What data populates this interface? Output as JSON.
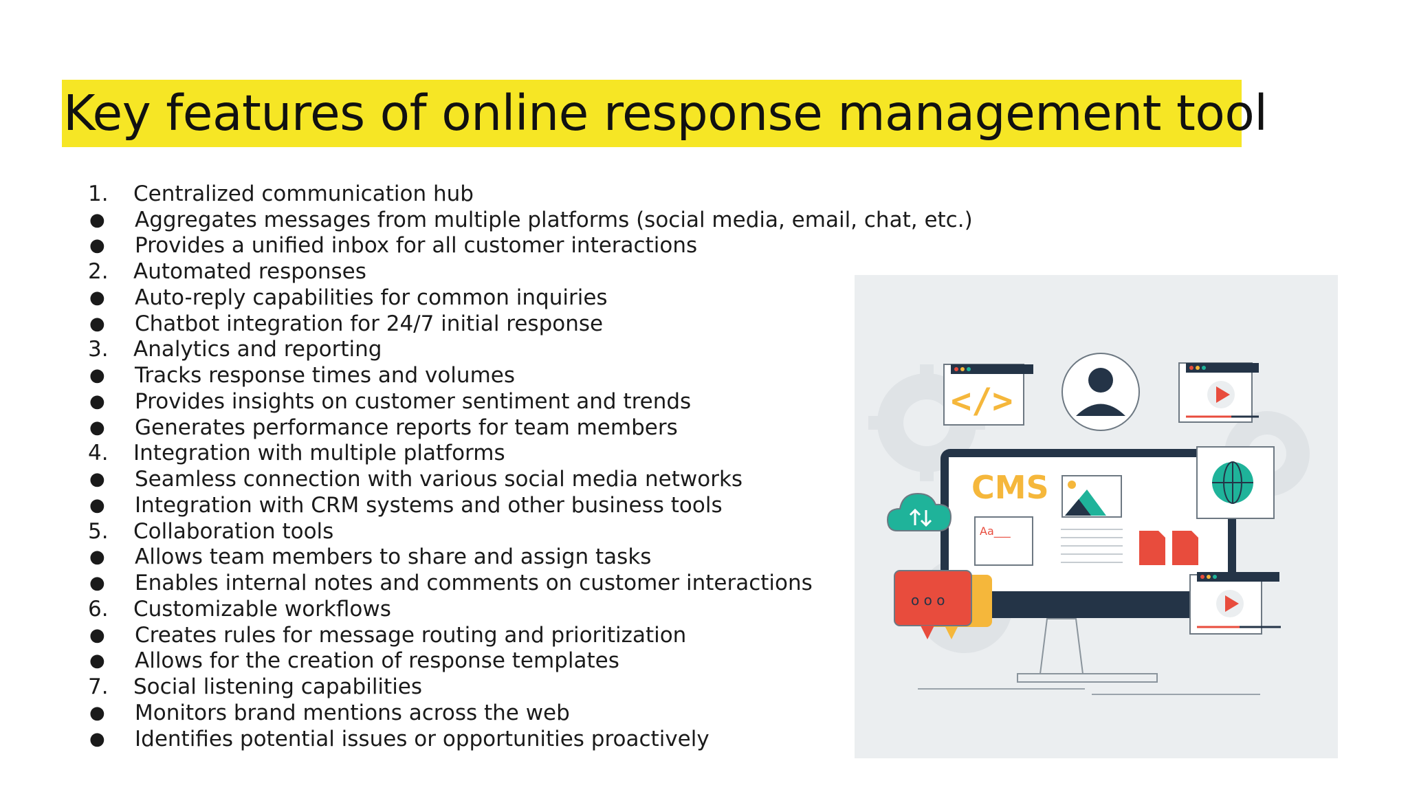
{
  "slide": {
    "title": "Key features of online response management tool"
  },
  "features": [
    {
      "marker": "1.",
      "text": "Centralized communication hub",
      "type": "number"
    },
    {
      "marker": "●",
      "text": "Aggregates messages from multiple platforms (social media, email, chat, etc.)",
      "type": "bullet"
    },
    {
      "marker": "●",
      "text": "Provides a unified inbox for all customer interactions",
      "type": "bullet"
    },
    {
      "marker": "2.",
      "text": "Automated responses",
      "type": "number"
    },
    {
      "marker": "●",
      "text": "Auto-reply capabilities for common inquiries",
      "type": "bullet"
    },
    {
      "marker": "●",
      "text": "Chatbot integration for 24/7 initial response",
      "type": "bullet"
    },
    {
      "marker": "3.",
      "text": "Analytics and reporting",
      "type": "number"
    },
    {
      "marker": "●",
      "text": "Tracks response times and volumes",
      "type": "bullet"
    },
    {
      "marker": "●",
      "text": "Provides insights on customer sentiment and trends",
      "type": "bullet"
    },
    {
      "marker": "●",
      "text": "Generates performance reports for team members",
      "type": "bullet"
    },
    {
      "marker": "4.",
      "text": "Integration with multiple platforms",
      "type": "number"
    },
    {
      "marker": "●",
      "text": "Seamless connection with various social media networks",
      "type": "bullet"
    },
    {
      "marker": "●",
      "text": "Integration with CRM systems and other business tools",
      "type": "bullet"
    },
    {
      "marker": "5.",
      "text": "Collaboration tools",
      "type": "number"
    },
    {
      "marker": "●",
      "text": "Allows team members to share and assign tasks",
      "type": "bullet"
    },
    {
      "marker": "●",
      "text": "Enables internal notes and comments on customer interactions",
      "type": "bullet"
    },
    {
      "marker": "6.",
      "text": "Customizable workflows",
      "type": "number"
    },
    {
      "marker": "●",
      "text": "Creates rules for message routing and prioritization",
      "type": "bullet"
    },
    {
      "marker": "●",
      "text": "Allows for the creation of response templates",
      "type": "bullet"
    },
    {
      "marker": "7.",
      "text": "Social listening capabilities",
      "type": "number"
    },
    {
      "marker": "●",
      "text": "Monitors brand mentions across the web",
      "type": "bullet"
    },
    {
      "marker": "●",
      "text": "Identifies potential issues or opportunities proactively",
      "type": "bullet"
    }
  ],
  "illustration": {
    "monitor_label": "CMS",
    "text_sample": "Aa___",
    "code_symbol": "</>",
    "chat_dots": "o o o",
    "icons": [
      "code-window-icon",
      "user-avatar-icon",
      "video-window-icon",
      "globe-icon",
      "cloud-sync-icon",
      "chat-bubble-icon",
      "image-icon",
      "document-icon",
      "gear-icon"
    ]
  },
  "colors": {
    "highlight": "#f6e625",
    "text": "#1a1a1a",
    "illustration_bg": "#ebeef0",
    "navy": "#243447",
    "teal": "#1fb39a",
    "red": "#e84c3d",
    "orange": "#f5b73b"
  }
}
